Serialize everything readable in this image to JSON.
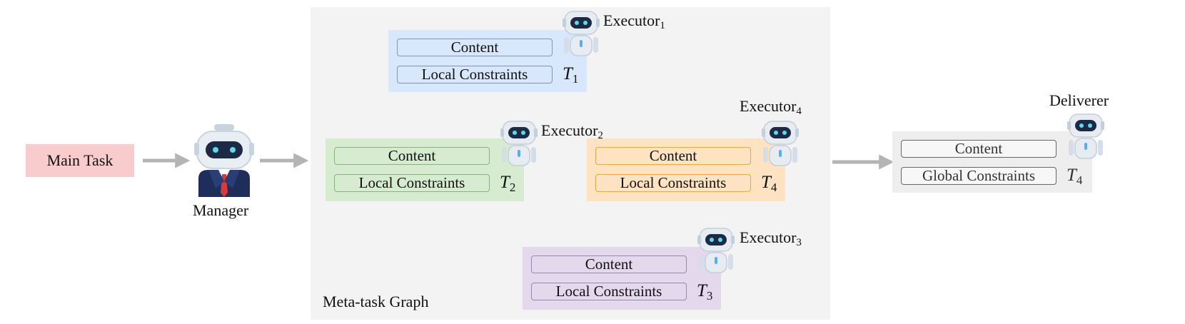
{
  "main_task": "Main Task",
  "manager_label": "Manager",
  "graph_label": "Meta-task Graph",
  "deliverer_label": "Deliverer",
  "executors": {
    "e1": {
      "name": "Executor",
      "idx": "1"
    },
    "e2": {
      "name": "Executor",
      "idx": "2"
    },
    "e3": {
      "name": "Executor",
      "idx": "3"
    },
    "e4": {
      "name": "Executor",
      "idx": "4"
    }
  },
  "tasks": {
    "t1": {
      "content": "Content",
      "constraints": "Local Constraints",
      "letter": "T",
      "idx": "1"
    },
    "t2": {
      "content": "Content",
      "constraints": "Local Constraints",
      "letter": "T",
      "idx": "2"
    },
    "t3": {
      "content": "Content",
      "constraints": "Local Constraints",
      "letter": "T",
      "idx": "3"
    },
    "t4": {
      "content": "Content",
      "constraints": "Local Constraints",
      "letter": "T",
      "idx": "4"
    }
  },
  "deliverer_task": {
    "content": "Content",
    "constraints": "Global Constraints",
    "letter": "T",
    "idx": "4"
  },
  "colors": {
    "arrow": "#b4b4b4",
    "task1": "#d8e7fb",
    "task2": "#d6ebcf",
    "task3": "#e4d8ec",
    "task4": "#fde3c2",
    "main_task": "#f8cccc",
    "graph_bg": "#f3f3f3"
  },
  "icons": [
    "robot-icon",
    "manager-robot-icon"
  ]
}
